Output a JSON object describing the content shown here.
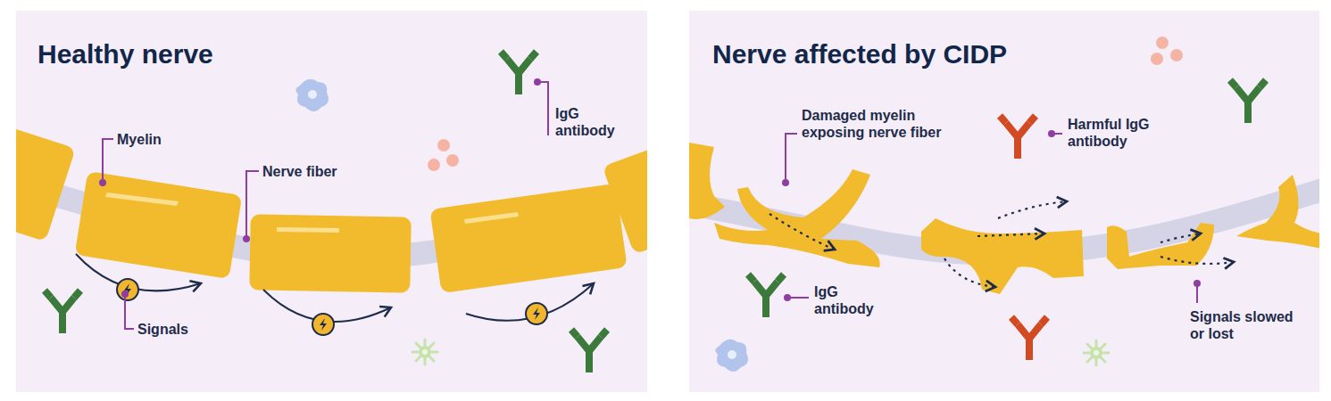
{
  "diagram": {
    "labels": [
      "Healthy nerve",
      "Myelin",
      "Nerve fiber",
      "IgG antibody",
      "Signals",
      "Nerve affected by CIDP",
      "Damaged myelin exposing nerve fiber",
      "Harmful IgG antibody",
      "IgG antibody",
      "Signals slowed or lost"
    ]
  }
}
